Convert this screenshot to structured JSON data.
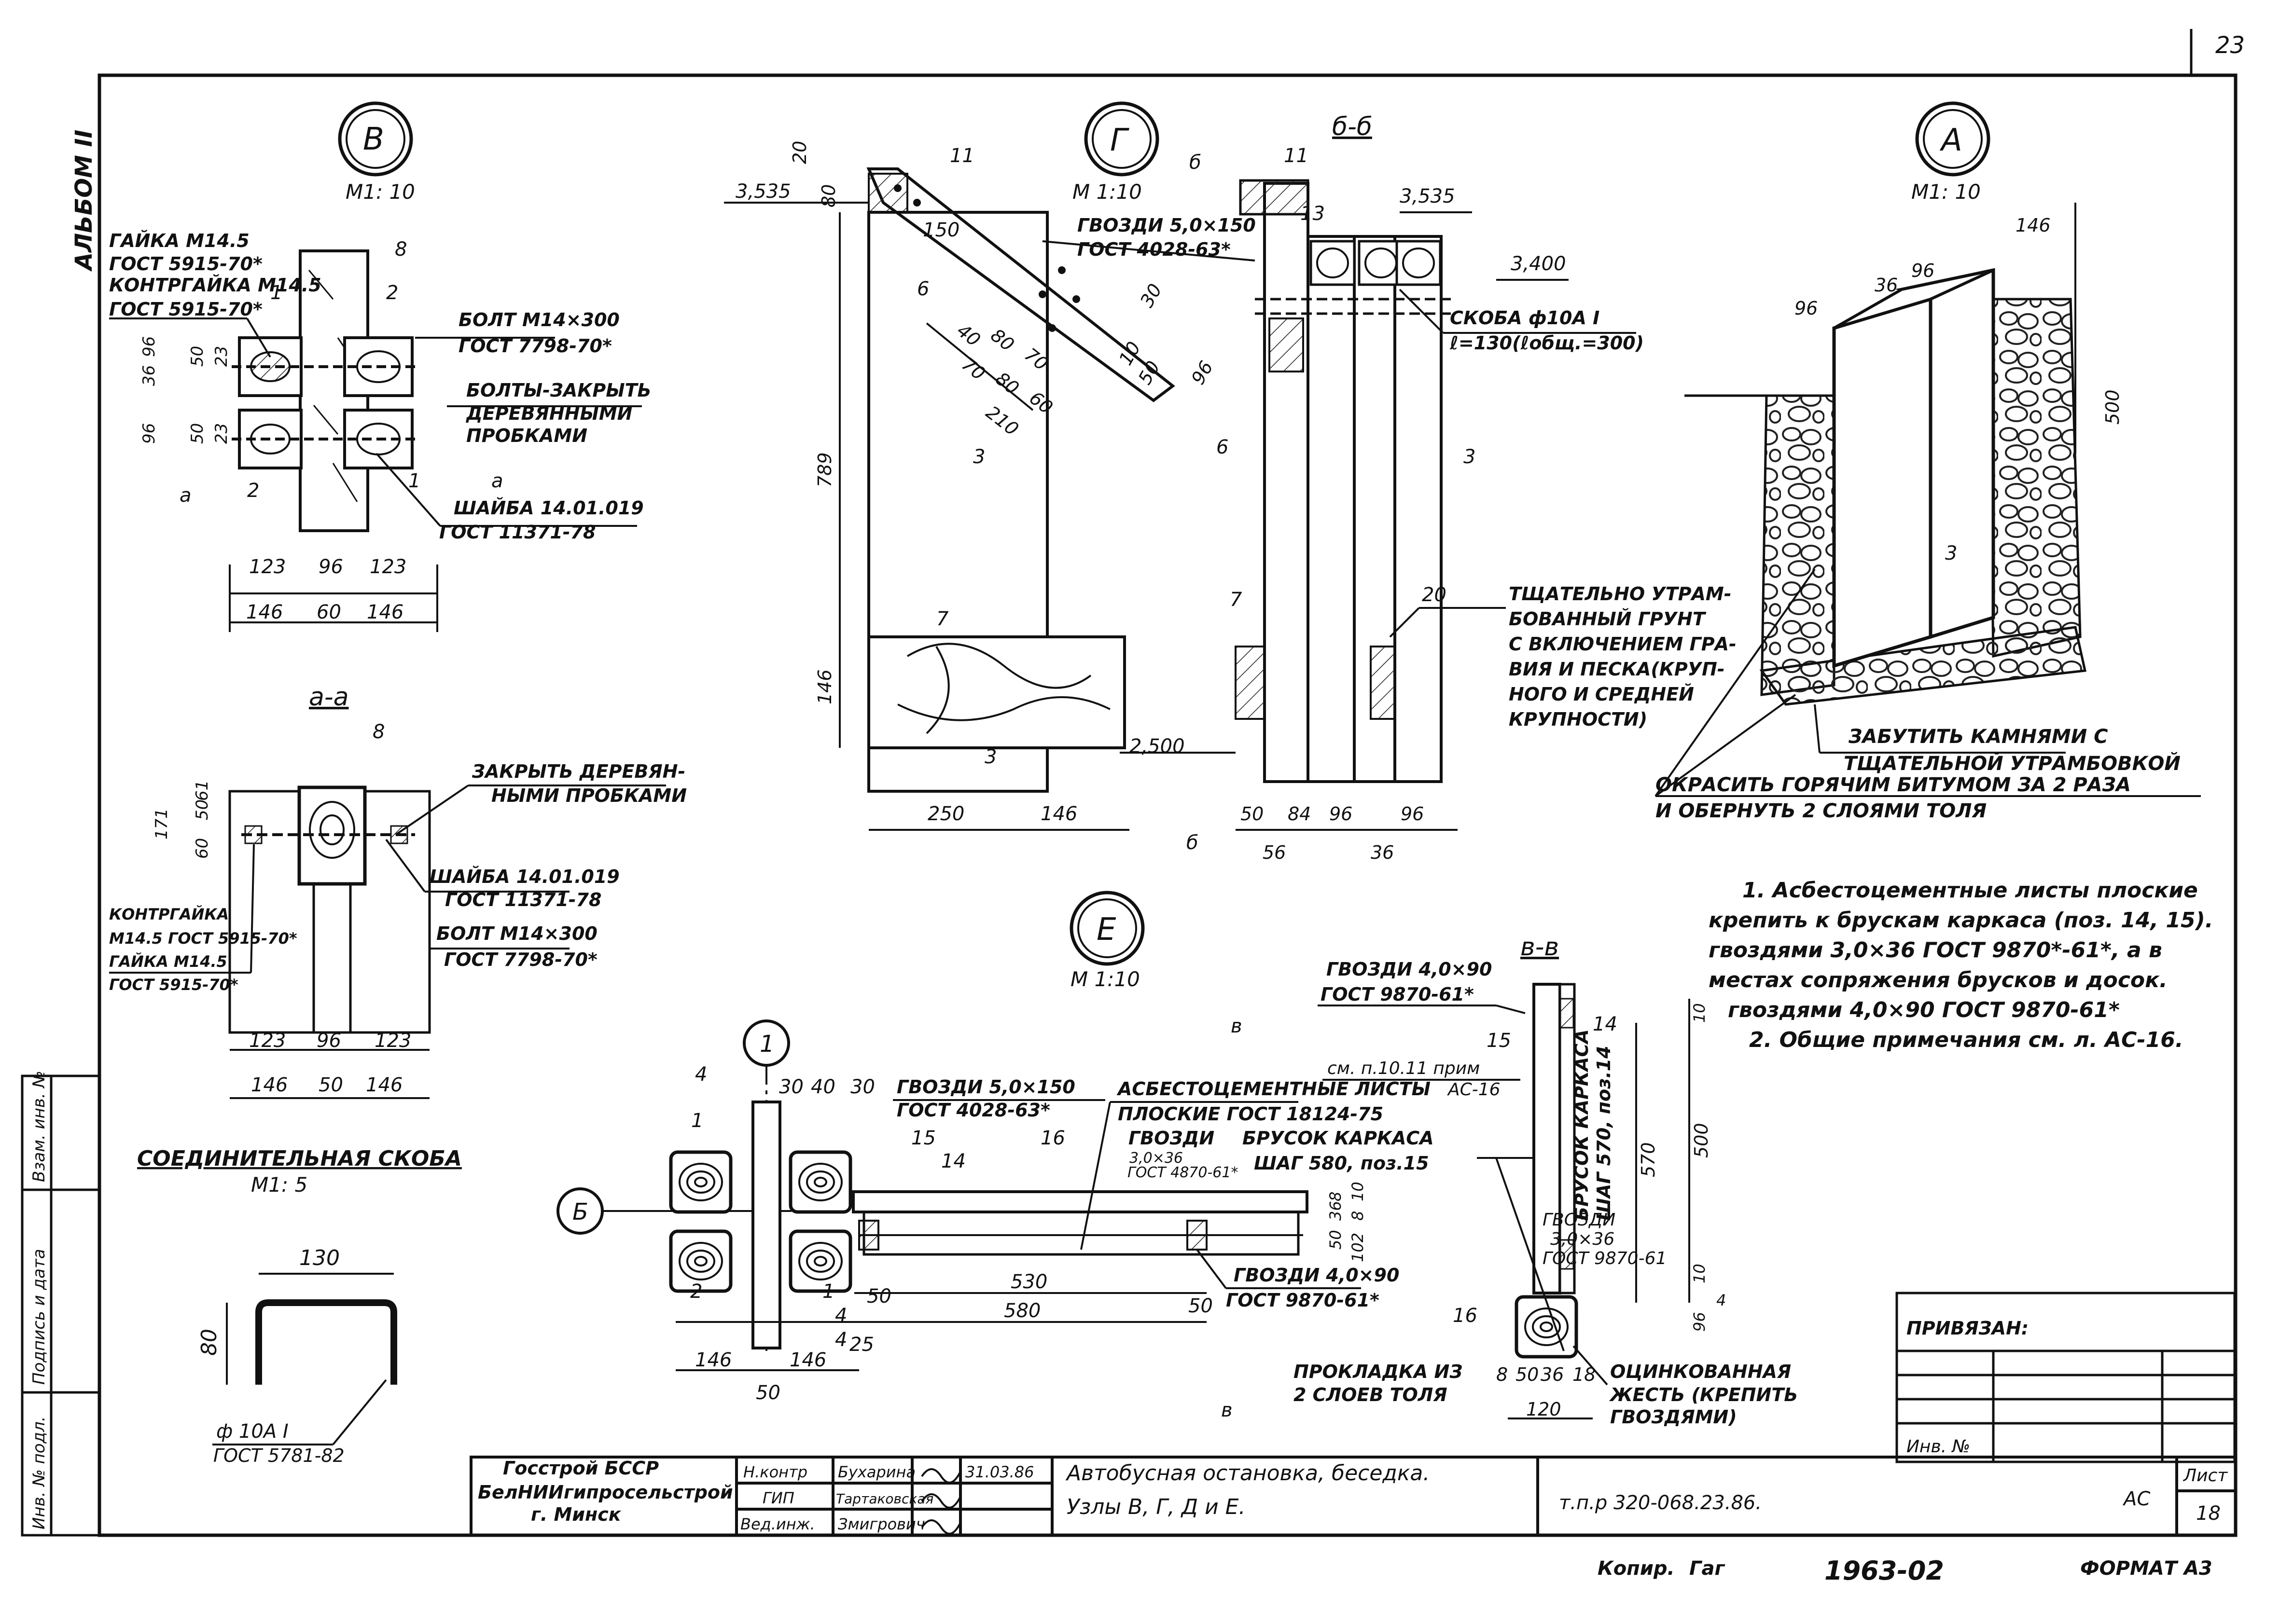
{
  "sheet": {
    "page_number": "23",
    "album": "АЛЬБОМ II",
    "sheet_label": "Лист",
    "sheet_no": "18",
    "doc_code": "т.п.р 320-068.23.86.",
    "section_code": "АС",
    "project_title": "Автобусная остановка, беседка.",
    "project_subtitle": "Узлы В, Г, Д и Е.",
    "org_line1": "Госстрой БССР",
    "org_line2": "БелНИИгипросельстрой",
    "org_line3": "г. Минск",
    "staff": [
      {
        "role": "Н.контр",
        "name": "Бухарина",
        "date": "31.03.86"
      },
      {
        "role": "ГИП",
        "name": "Тартаковская",
        "date": ""
      },
      {
        "role": "Вед.инж.",
        "name": "Змигрович",
        "date": ""
      }
    ],
    "privyazan": "ПРИВЯЗАН:",
    "inv_no": "Инв. №",
    "kopir": "Копир.",
    "kopir_sign": "Гаг",
    "order_no": "1963-02",
    "format": "ФОРМАТ А3",
    "side_stamp": [
      "Инв. № подл.",
      "Подпись и дата",
      "Взам. инв. №"
    ]
  },
  "node_v": {
    "label": "В",
    "scale": "М1: 10",
    "items": [
      "8",
      "1",
      "2",
      "2",
      "1"
    ],
    "nut": [
      "ГАЙКА М14.5",
      "ГОСТ 5915-70*",
      "КОНТРГАЙКА М14.5",
      "ГОСТ 5915-70*"
    ],
    "bolt": [
      "БОЛТ М14×300",
      "ГОСТ 7798-70*"
    ],
    "plugs": [
      "БОЛТЫ-ЗАКРЫТЬ",
      "ДЕРЕВЯННЫМИ",
      "ПРОБКАМИ"
    ],
    "washer": [
      "ШАЙБА 14.01.019",
      "ГОСТ 11371-78"
    ],
    "cut": "а",
    "dims": [
      "123",
      "96",
      "123",
      "146",
      "60",
      "146",
      "50",
      "36",
      "96",
      "96",
      "50",
      "23",
      "23"
    ]
  },
  "section_aa": {
    "label": "а-а",
    "item": "8",
    "plugs": [
      "ЗАКРЫТЬ ДЕРЕВЯН-",
      "НЫМИ ПРОБКАМИ"
    ],
    "washer": [
      "ШАЙБА 14.01.019",
      "ГОСТ 11371-78"
    ],
    "bolt": [
      "БОЛТ М14×300",
      "ГОСТ 7798-70*"
    ],
    "nut": [
      "КОНТРГАЙКА",
      "М14.5 ГОСТ 5915-70*",
      "ГАЙКА М14.5",
      "ГОСТ 5915-70*"
    ],
    "dims": [
      "171",
      "60",
      "50",
      "61",
      "123",
      "96",
      "123",
      "146",
      "50",
      "146"
    ]
  },
  "clip": {
    "title": "СОЕДИНИТЕЛЬНАЯ СКОБА",
    "scale": "М1: 5",
    "width": "130",
    "height": "80",
    "rod": [
      "ф 10А I",
      "ГОСТ 5781-82"
    ]
  },
  "node_g": {
    "label": "Г",
    "scale": "М 1:10",
    "items": [
      "11",
      "6",
      "3",
      "7",
      "3"
    ],
    "nails": [
      "ГВОЗДИ 5,0×150",
      "ГОСТ 4028-63*"
    ],
    "elev_top": "3,535",
    "elev_bottom": "2,500",
    "cut": "б",
    "dims": [
      "20",
      "80",
      "150",
      "40",
      "80",
      "70",
      "70",
      "80",
      "60",
      "210",
      "30",
      "10",
      "50",
      "96",
      "789",
      "146",
      "250",
      "146"
    ]
  },
  "section_bb": {
    "label": "б-б",
    "items": [
      "11",
      "13",
      "6",
      "3",
      "7",
      "20"
    ],
    "elev_top": "3,535",
    "elev_mid": "3,400",
    "bracket": [
      "СКОБА ф10А I",
      "ℓ=130(ℓобщ.=300)"
    ],
    "ground": [
      "ТЩАТЕЛЬНО УТРАМ-",
      "БОВАННЫЙ ГРУНТ",
      "С ВКЛЮЧЕНИЕМ ГРА-",
      "ВИЯ И ПЕСКА(КРУП-",
      "НОГО И СРЕДНЕЙ",
      "КРУПНОСТИ)"
    ],
    "dims": [
      "50",
      "84",
      "96",
      "96",
      "56",
      "36"
    ]
  },
  "node_a": {
    "label": "А",
    "scale": "М1: 10",
    "item": "3",
    "dims": [
      "146",
      "36",
      "96",
      "96",
      "500"
    ],
    "notes": [
      "ЗАБУТИТЬ КАМНЯМИ С",
      "ТЩАТЕЛЬНОЙ УТРАМБОВКОЙ",
      "ОКРАСИТЬ ГОРЯЧИМ БИТУМОМ ЗА 2 РАЗА",
      "И ОБЕРНУТЬ 2 СЛОЯМИ ТОЛЯ"
    ]
  },
  "notes": [
    "1. Асбестоцементные листы плоские",
    "крепить к брускам каркаса (поз. 14, 15).",
    "гвоздями 3,0×36 ГОСТ 9870*-61*, а в",
    "местах сопряжения брусков и досок.",
    "гвоздями 4,0×90 ГОСТ 9870-61*",
    "2. Общие примечания см. л. АС-16."
  ],
  "node_e": {
    "label": "Е",
    "scale": "М 1:10",
    "axis": "1",
    "mark_b": "Б",
    "items": [
      "4",
      "1",
      "2",
      "15",
      "14",
      "16",
      "1",
      "4"
    ],
    "nails_top": [
      "ГВОЗДИ 5,0×150",
      "ГОСТ 4028-63*"
    ],
    "sheets": [
      "АСБЕСТОЦЕМЕНТНЫЕ ЛИСТЫ",
      "ПЛОСКИЕ ГОСТ 18124-75"
    ],
    "nails_small": [
      "ГВОЗДИ",
      "3,0×36",
      "ГОСТ 4870-61*"
    ],
    "frame": [
      "БРУСОК КАРКАСА",
      "ШАГ 580, поз.15"
    ],
    "nails_bottom": [
      "ГВОЗДИ 4,0×90",
      "ГОСТ 9870-61*"
    ],
    "liner": [
      "ПРОКЛАДКА ИЗ",
      "2 СЛОЕВ ТОЛЯ"
    ],
    "cut": "в",
    "dims": [
      "30",
      "40",
      "30",
      "530",
      "580",
      "50",
      "50",
      "146",
      "146",
      "50",
      "25",
      "4",
      "102",
      "50",
      "36",
      "8",
      "10",
      "8"
    ]
  },
  "section_vv": {
    "label": "в-в",
    "nails": [
      "ГВОЗДИ 4,0×90",
      "ГОСТ 9870-61*"
    ],
    "items": [
      "15",
      "14",
      "16"
    ],
    "ref": [
      "см. п.10.11 прим",
      "АС-16"
    ],
    "frame": [
      "БРУСОК КАРКАСА",
      "ШАГ 570, поз.14"
    ],
    "nails_small": [
      "ГВОЗДИ",
      "3,0×36",
      "ГОСТ 9870-61"
    ],
    "tin": [
      "ОЦИНКОВАННАЯ",
      "ЖЕСТЬ (КРЕПИТЬ",
      "ГВОЗДЯМИ)"
    ],
    "dims": [
      "570",
      "500",
      "120",
      "50",
      "36",
      "18",
      "8",
      "10",
      "96",
      "10",
      "4"
    ]
  }
}
